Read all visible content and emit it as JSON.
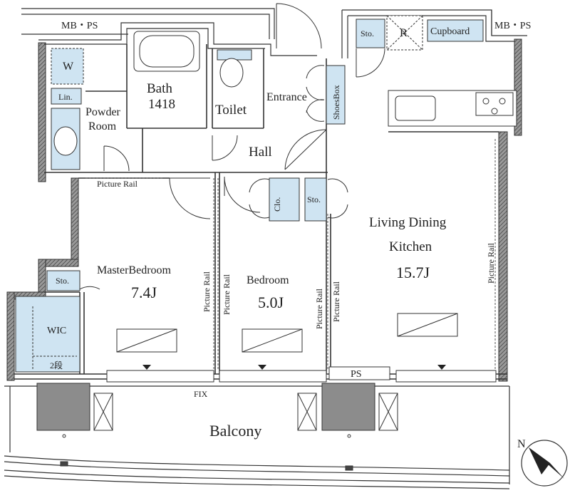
{
  "labels": {
    "mbps_left": "MB・PS",
    "mbps_right": "MB・PS",
    "sto_top": "Sto.",
    "r": "R",
    "cupboard": "Cupboard",
    "w": "W",
    "lin": "Lin.",
    "bath": "Bath",
    "bath_size": "1418",
    "powder": "Powder",
    "room": "Room",
    "toilet": "Toilet",
    "entrance": "Entrance",
    "shoesbox": "ShoesBox",
    "hall": "Hall",
    "picture_rail_top": "Picture Rail",
    "clo": "Clo.",
    "sto_hall": "Sto.",
    "living_1": "Living Dining",
    "living_2": "Kitchen",
    "living_size": "15.7J",
    "picture_rail_ldk": "Picture Rail",
    "master": "MasterBedroom",
    "master_size": "7.4J",
    "picture_rail_m": "Picture Rail",
    "picture_rail_b1": "Picture Rail",
    "bedroom": "Bedroom",
    "bedroom_size": "5.0J",
    "picture_rail_b2": "Picture Rail",
    "picture_rail_b3": "Picture Rail",
    "sto_wic": "Sto.",
    "wic": "WIC",
    "wic_shelf": "2段",
    "ps": "PS",
    "fix": "FIX",
    "balcony": "Balcony",
    "north": "N"
  },
  "colors": {
    "wall": "#7d7d7d",
    "line": "#333333",
    "storage": "#cfe4f2",
    "unit": "#8c8c8c"
  }
}
